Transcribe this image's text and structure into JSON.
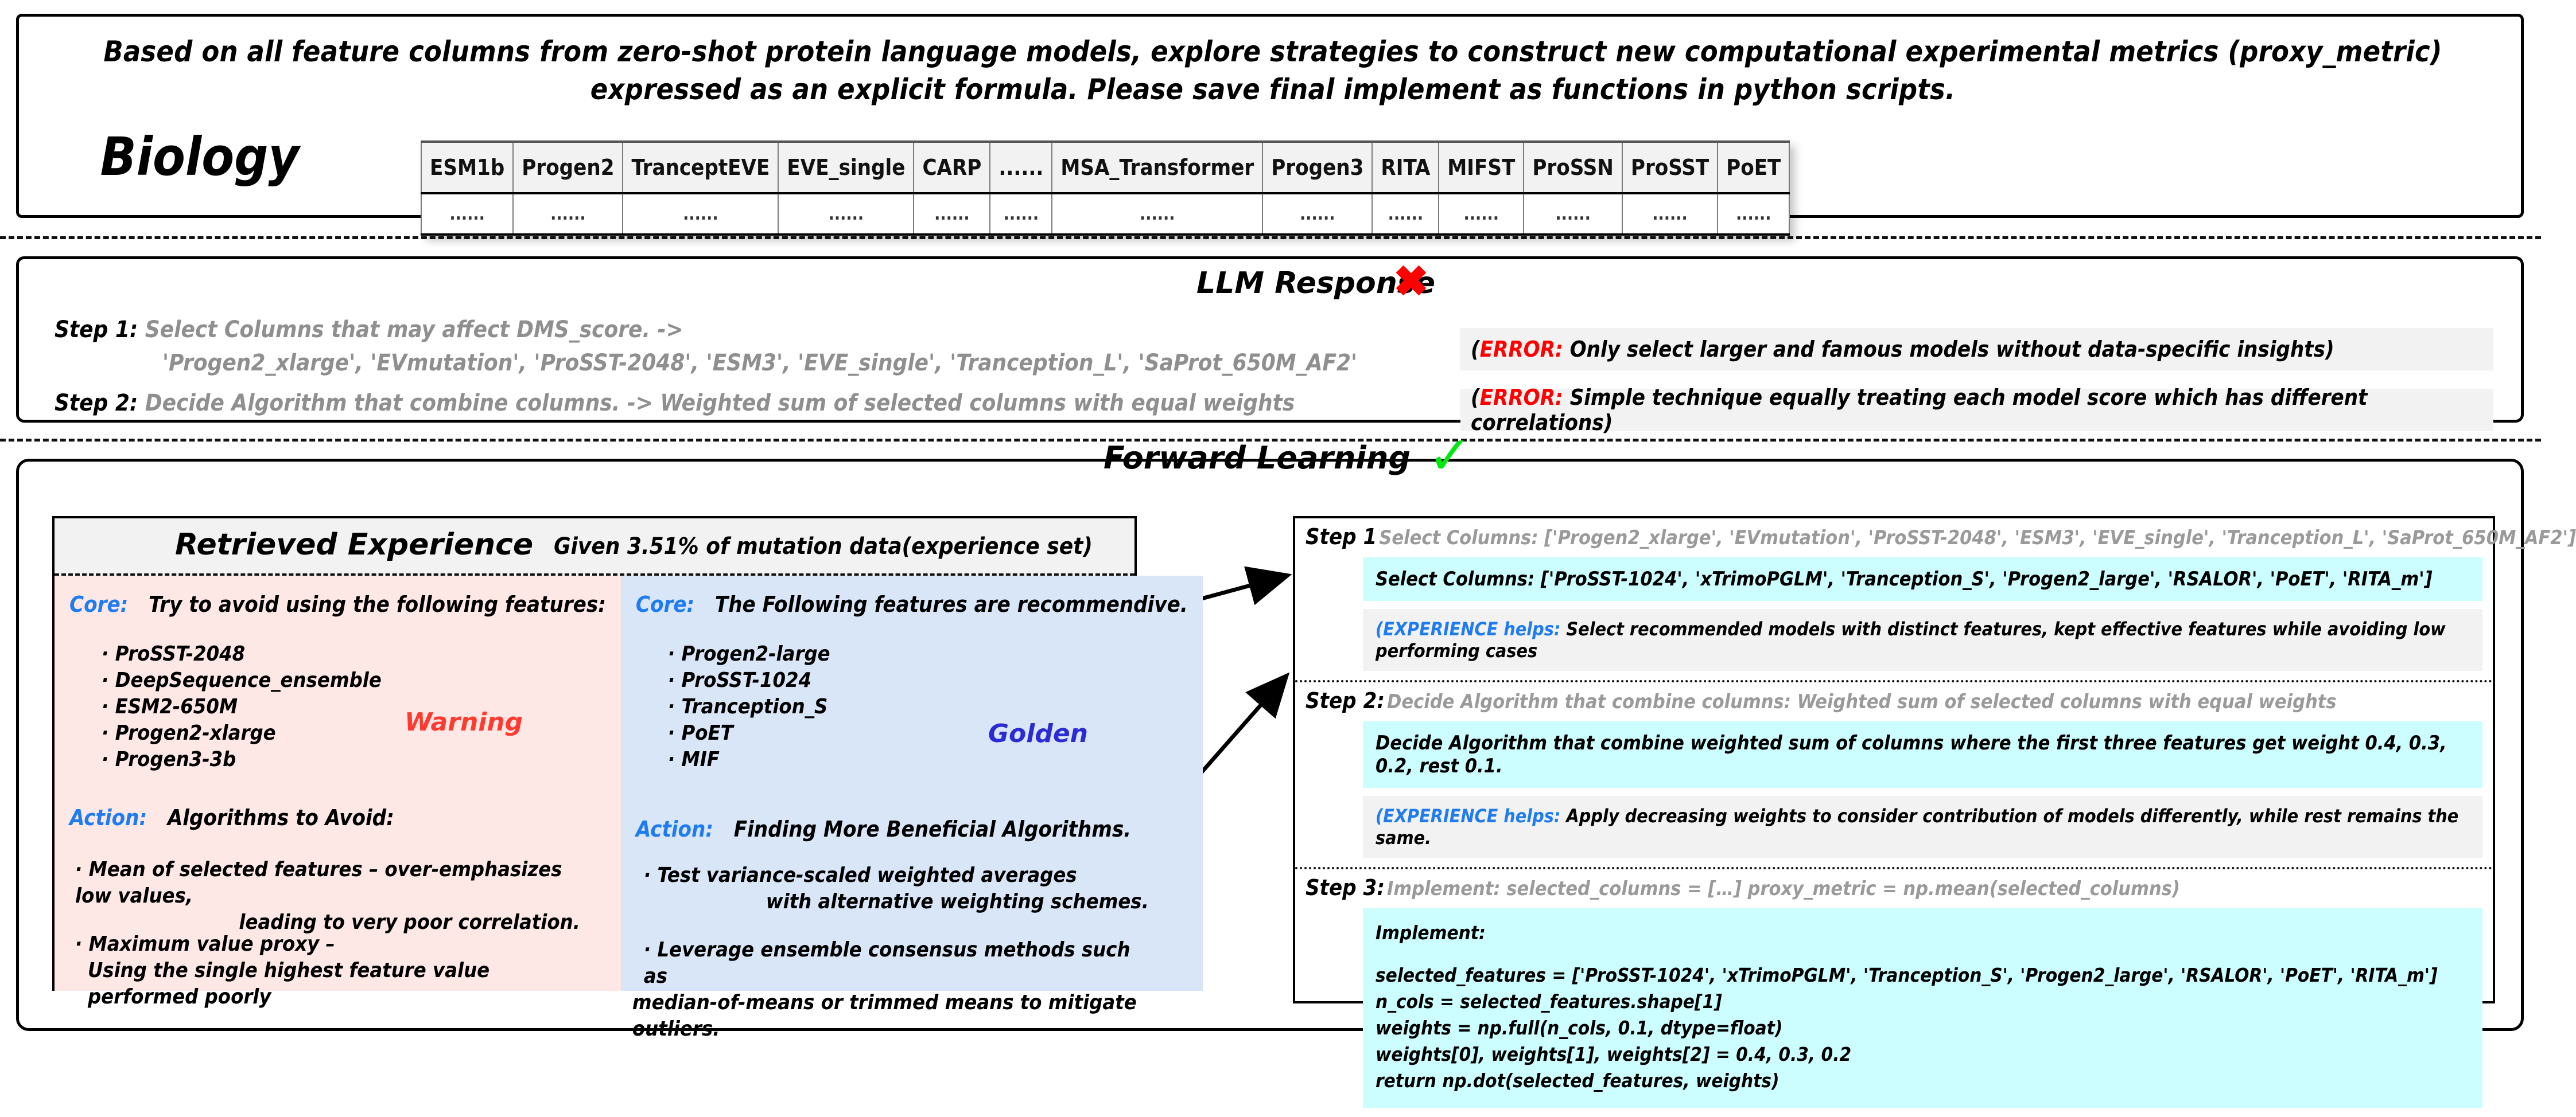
{
  "task": {
    "domain_label": "Biology",
    "prompt": "Based on all feature columns from zero-shot protein language models, explore strategies to construct new computational experimental metrics (proxy_metric) expressed as an explicit formula. Please save final implement as functions in python scripts.",
    "table": {
      "headers": [
        "ESM1b",
        "Progen2",
        "TranceptEVE",
        "EVE_single",
        "CARP",
        "......",
        "MSA_Transformer",
        "Progen3",
        "RITA",
        "MIFST",
        "ProSSN",
        "ProSST",
        "PoET"
      ],
      "rows": [
        [
          "......",
          "......",
          "......",
          "......",
          "......",
          "......",
          "......",
          "......",
          "......",
          "......",
          "......",
          "......",
          "......"
        ]
      ]
    }
  },
  "llm_response": {
    "title": "LLM Response",
    "mark": "✖",
    "step1_label": "Step 1:",
    "step1_text": "Select Columns that may affect DMS_score.   ->",
    "step1_columns": "'Progen2_xlarge', 'EVmutation', 'ProSST-2048', 'ESM3', 'EVE_single', 'Tranception_L', 'SaProt_650M_AF2'",
    "step2_label": "Step 2:",
    "step2_text": "Decide Algorithm that combine columns.   ->    Weighted sum of selected columns with equal weights",
    "error_tag": "ERROR:",
    "error1": "Only select larger and famous models without data-specific insights)",
    "error2": "Simple technique equally treating each model score which has different correlations)"
  },
  "forward": {
    "title": "Forward Learning",
    "mark": "✓",
    "experience": {
      "title": "Retrieved Experience",
      "subtitle": "Given 3.51% of mutation data(experience set)",
      "warning": {
        "core_label": "Core:",
        "core_text": "Try to avoid using the following features:",
        "features": [
          "ProSST-2048",
          "DeepSequence_ensemble",
          "ESM2-650M",
          "Progen2-xlarge",
          "Progen3-3b"
        ],
        "stamp": "Warning",
        "action_label": "Action:",
        "action_text": "Algorithms to Avoid:",
        "advice1_line1": "· Mean of selected features – over-emphasizes low values,",
        "advice1_line2": "leading to very poor correlation.",
        "advice2_line1": "· Maximum value proxy –",
        "advice2_line2": "Using the single highest feature value performed poorly"
      },
      "golden": {
        "core_label": "Core:",
        "core_text": "The Following features are recommendive.",
        "features": [
          "Progen2-large",
          "ProSST-1024",
          "Tranception_S",
          "PoET",
          "MIF"
        ],
        "stamp": "Golden",
        "action_label": "Action:",
        "action_text": "Finding More Beneficial Algorithms.",
        "advice1_line1": "· Test variance-scaled weighted averages",
        "advice1_line2": "with alternative weighting schemes.",
        "advice2_line1": "· Leverage ensemble consensus methods such as",
        "advice2_line2": "median-of-means or trimmed means to mitigate outliers."
      }
    },
    "steps": [
      {
        "label": "Step 1",
        "gray": "Select Columns: ['Progen2_xlarge', 'EVmutation', 'ProSST-2048', 'ESM3', 'EVE_single', 'Tranception_L', 'SaProt_650M_AF2']",
        "cyan": "Select Columns: ['ProSST-1024', 'xTrimoPGLM', 'Tranception_S', 'Progen2_large', 'RSALOR', 'PoET', 'RITA_m']",
        "exp_tag": "(EXPERIENCE helps:",
        "exp_text": "Select recommended models with distinct features, kept effective features while avoiding low performing cases"
      },
      {
        "label": "Step 2:",
        "gray": "Decide Algorithm that combine columns: Weighted sum of selected columns with equal weights",
        "cyan": "Decide Algorithm that combine weighted sum of columns where the first three features get weight 0.4, 0.3, 0.2, rest 0.1.",
        "exp_tag": "(EXPERIENCE helps:",
        "exp_text": "Apply decreasing weights to consider contribution of models differently, while rest remains the same."
      },
      {
        "label": "Step 3:",
        "gray": "Implement: selected_columns = […]  proxy_metric = np.mean(selected_columns)",
        "code_title": "Implement:",
        "code_lines": [
          "selected_features = ['ProSST-1024', 'xTrimoPGLM', 'Tranception_S', 'Progen2_large', 'RSALOR', 'PoET', 'RITA_m']",
          "n_cols = selected_features.shape[1]",
          "weights = np.full(n_cols, 0.1, dtype=float)",
          "weights[0], weights[1], weights[2] = 0.4, 0.3, 0.2",
          "return np.dot(selected_features, weights)"
        ]
      }
    ]
  },
  "colors": {
    "warning_bg": "#fde8e6",
    "golden_bg": "#d9e6f8",
    "cyan_bg": "#ccfdff",
    "gray_bg": "#f2f2f2",
    "error_red": "#ff0000",
    "accent_blue": "#1f7bf0",
    "check_green": "#00e810"
  }
}
